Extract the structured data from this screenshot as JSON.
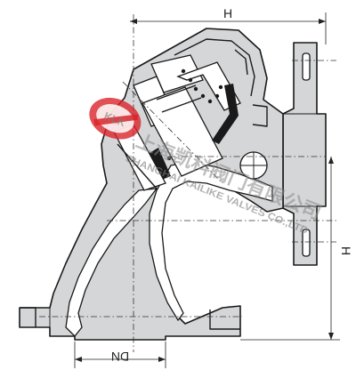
{
  "drawing": {
    "dimensions": {
      "width_label": "H",
      "height_label": "H",
      "bore_label": "DN"
    },
    "watermark": {
      "company_cn": "上海凯科阀门有限公司",
      "company_en": "SHANGHAI KAILIKE VALVES CO.,LTD",
      "logo_letters": "KLK",
      "colors": {
        "logo_red": "#d8242a",
        "watermark_gray": "#8a8a8a"
      }
    },
    "colors": {
      "body_fill": "#d4d6d8",
      "line": "#1a1a1a",
      "background": "#ffffff"
    }
  }
}
